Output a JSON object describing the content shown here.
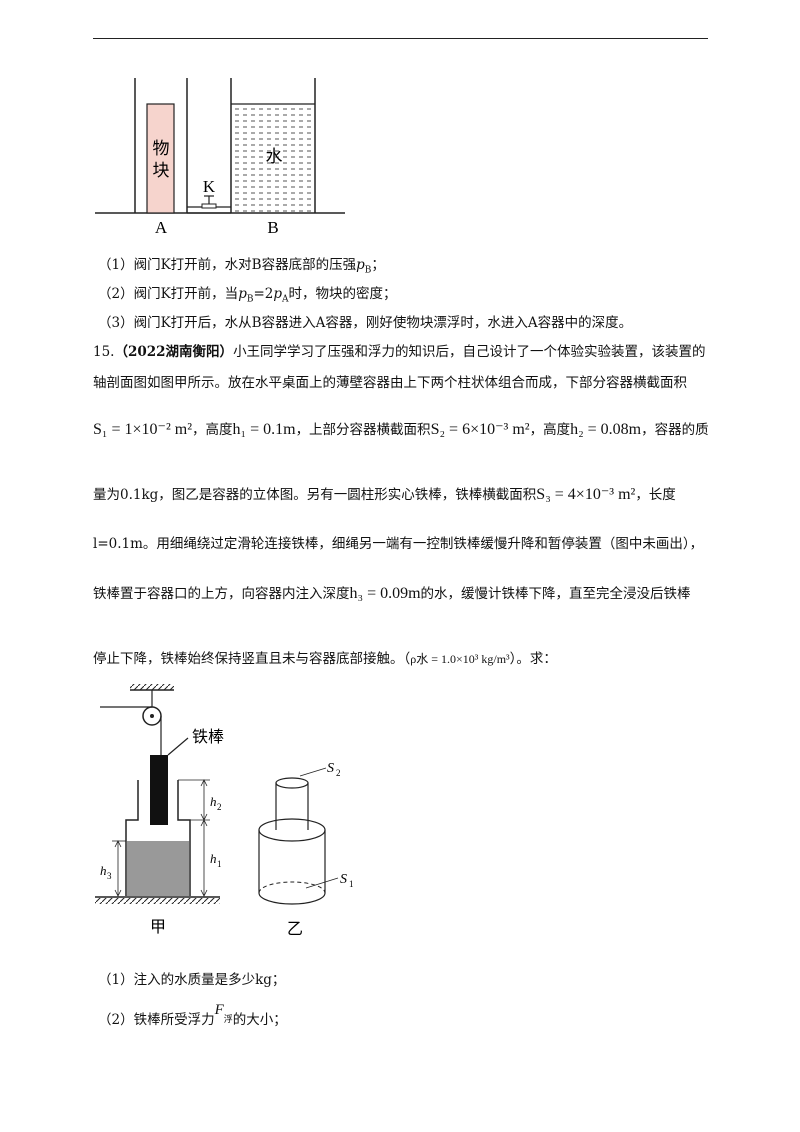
{
  "fig1": {
    "block_label_1": "物",
    "block_label_2": "块",
    "water_label": "水",
    "valve_label": "K",
    "label_a": "A",
    "label_b": "B"
  },
  "questions_a": {
    "q1": "（1）阀门K打开前，水对B容器底部的压强",
    "q1_sym": "p",
    "q1_sub": "B",
    "q1_end": "；",
    "q2_pre": "（2）阀门K打开前，当",
    "q2_p": "p",
    "q2_sub1": "B",
    "q2_mid": "=2",
    "q2_p2": "p",
    "q2_sub2": "A",
    "q2_end": "时，物块的密度；",
    "q3": "（3）阀门K打开后，水从B容器进入A容器，刚好使物块漂浮时，水进入A容器中的深度。"
  },
  "problem15": {
    "number": "15.",
    "source": "（2022湖南衡阳）",
    "line1": "小王同学学习了压强和浮力的知识后，自己设计了一个体验实验装置，该装置的",
    "line2": "轴剖面图如图甲所示。放在水平桌面上的薄壁容器由上下两个柱状体组合而成，下部分容器横截面积",
    "line3_a": "，高度",
    "line3_b": "，上部分容器横截面积",
    "line3_c": "，高度",
    "line3_d": "，容器的质",
    "line4_a": "量为0.1kg，图乙是容器的立体图。另有一圆柱形实心铁棒，铁棒横截面积",
    "line4_b": "，长度",
    "line5": "l=0.1m。用细绳绕过定滑轮连接铁棒，细绳另一端有一控制铁棒缓慢升降和暂停装置（图中未画出），",
    "line6_a": "铁棒置于容器口的上方，向容器内注入深度",
    "line6_b": "的水，缓慢计铁棒下降，直至完全浸没后铁棒",
    "line7_a": "停止下降，铁棒始终保持竖直且未与容器底部接触。（",
    "line7_b": "）。求：",
    "m_s1": "S₁ = 1×10⁻² m²",
    "m_h1": "h₁ = 0.1m",
    "m_s2": "S₂ = 6×10⁻³ m²",
    "m_h2": "h₂ = 0.08m",
    "m_s3": "S₃ = 4×10⁻³ m²",
    "m_h3": "h₃ = 0.09m",
    "m_rho": "ρ水 = 1.0×10³ kg/m³"
  },
  "fig2": {
    "rod_label": "铁棒",
    "h1": "h",
    "h1_sub": "1",
    "h2": "h",
    "h2_sub": "2",
    "h3": "h",
    "h3_sub": "3",
    "caption_jia": "甲",
    "s1": "S",
    "s1_sub": "1",
    "s2": "S",
    "s2_sub": "2",
    "caption_yi": "乙"
  },
  "questions_b": {
    "q1": "（1）注入的水质量是多少kg；",
    "q2_a": "（2）铁棒所受浮力",
    "q2_f": "F",
    "q2_fsub": "浮",
    "q2_b": "的大小；"
  }
}
